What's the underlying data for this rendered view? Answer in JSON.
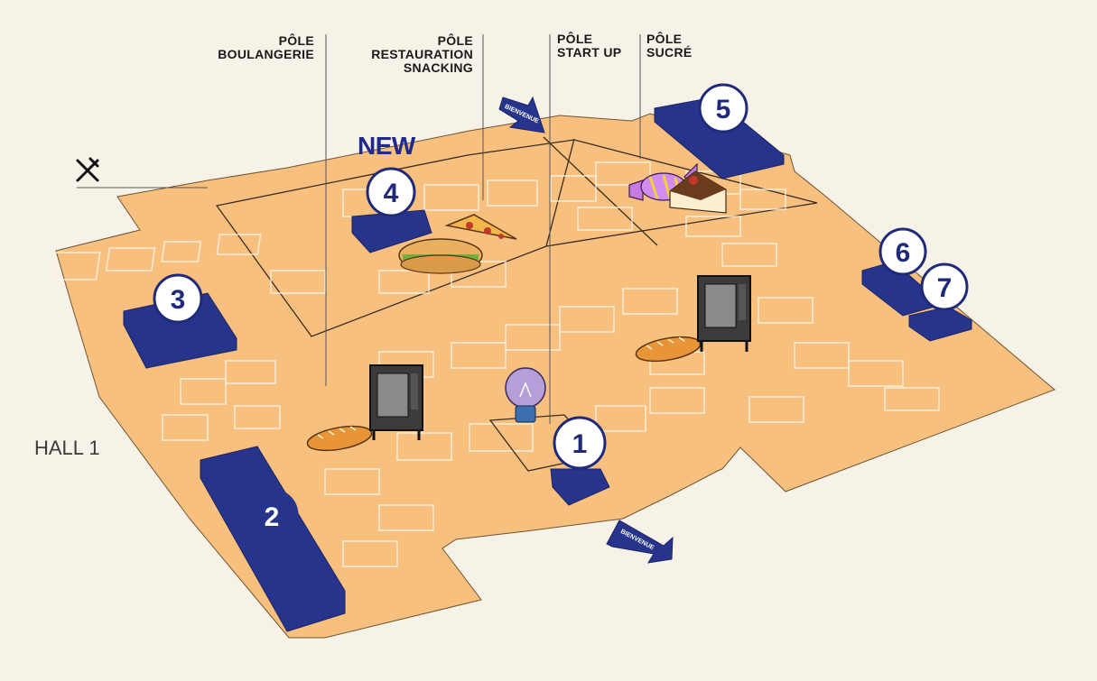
{
  "hall": {
    "label": "HALL 1"
  },
  "new_badge": "NEW",
  "poles": [
    {
      "id": "boulangerie",
      "lines": [
        "PÔLE",
        "BOULANGERIE"
      ]
    },
    {
      "id": "restauration",
      "lines": [
        "PÔLE",
        "RESTAURATION",
        "SNACKING"
      ]
    },
    {
      "id": "startup",
      "lines": [
        "PÔLE",
        "START UP"
      ]
    },
    {
      "id": "sucre",
      "lines": [
        "PÔLE",
        "SUCRÉ"
      ]
    }
  ],
  "stands": [
    {
      "number": "1"
    },
    {
      "number": "2"
    },
    {
      "number": "3"
    },
    {
      "number": "4"
    },
    {
      "number": "5"
    },
    {
      "number": "6"
    },
    {
      "number": "7"
    }
  ],
  "entrances": [
    {
      "text": "BIENVENUE"
    },
    {
      "text": "BIENVENUE"
    }
  ],
  "icons": [
    "restaurant-icon",
    "bread-icon",
    "oven-icon",
    "pizza-icon",
    "sandwich-icon",
    "candy-icon",
    "cake-icon",
    "lightbulb-icon",
    "entrance-arrow-icon"
  ],
  "colors": {
    "background": "#f7f2e8",
    "floor": "#f8c07f",
    "stand": "#27348b",
    "number_circle_stroke": "#1f2a7a",
    "new_badge": "#1f2a8a"
  }
}
